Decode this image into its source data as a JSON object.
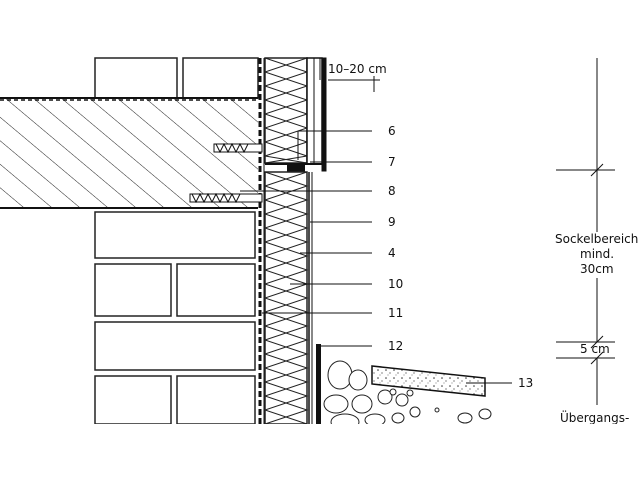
{
  "drawing": {
    "dimension_top": "10–20 cm",
    "callouts": [
      "6",
      "7",
      "8",
      "9",
      "4",
      "10",
      "11",
      "12",
      "13"
    ],
    "dimension_right": {
      "base_zone_line1": "Sockelbereich",
      "base_zone_line2": "mind.",
      "base_zone_line3": "30cm",
      "offset": "5 cm",
      "transition_partial": "Übergangs-"
    }
  }
}
